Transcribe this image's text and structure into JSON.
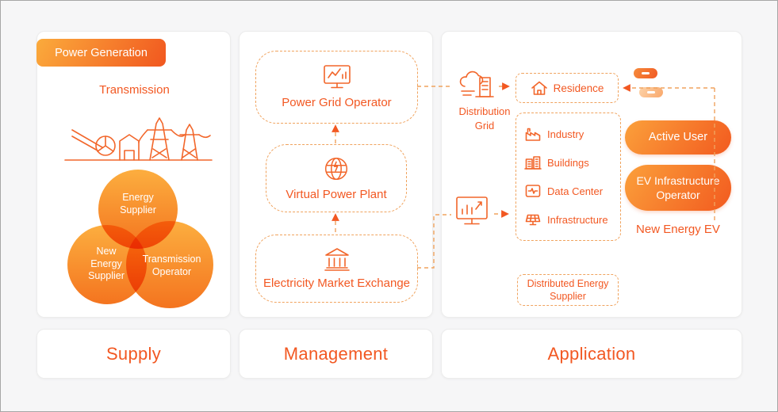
{
  "colors": {
    "accent": "#f25822",
    "accent_gradient_start": "#fbab3c",
    "accent_gradient_end": "#f1571f",
    "dashed_line": "#f0a35e",
    "panel_background": "#ffffff",
    "page_background": "#f6f6f7"
  },
  "supply": {
    "badge": "Power Generation",
    "transmission_label": "Transmission",
    "circles": [
      {
        "label": "Energy Supplier"
      },
      {
        "label": "New Energy Supplier"
      },
      {
        "label": "Transmission Operator"
      }
    ],
    "footer": "Supply"
  },
  "management": {
    "nodes": [
      {
        "label": "Power Grid Operator",
        "icon": "monitor-chart-icon"
      },
      {
        "label": "Virtual Power Plant",
        "icon": "energy-globe-icon"
      },
      {
        "label": "Electricity Market Exchange",
        "icon": "bank-icon"
      }
    ],
    "footer": "Management"
  },
  "application": {
    "distribution_grid_label": "Distribution Grid",
    "distribution_grid_icon": "cloud-grid-icon",
    "residence_label": "Residence",
    "residence_icon": "house-icon",
    "consumers": [
      {
        "label": "Industry",
        "icon": "factory-icon"
      },
      {
        "label": "Buildings",
        "icon": "buildings-icon"
      },
      {
        "label": "Data Center",
        "icon": "pulse-monitor-icon"
      },
      {
        "label": "Infrastructure",
        "icon": "solar-panel-icon"
      }
    ],
    "market_monitor_icon": "monitor-bars-icon",
    "charging_badges_icon": "charging-badge",
    "active_user_label": "Active User",
    "ev_operator_label": "EV Infrastructure Operator",
    "new_energy_ev_label": "New Energy EV",
    "distributed_supplier_label": "Distributed Energy Supplier",
    "footer": "Application"
  }
}
